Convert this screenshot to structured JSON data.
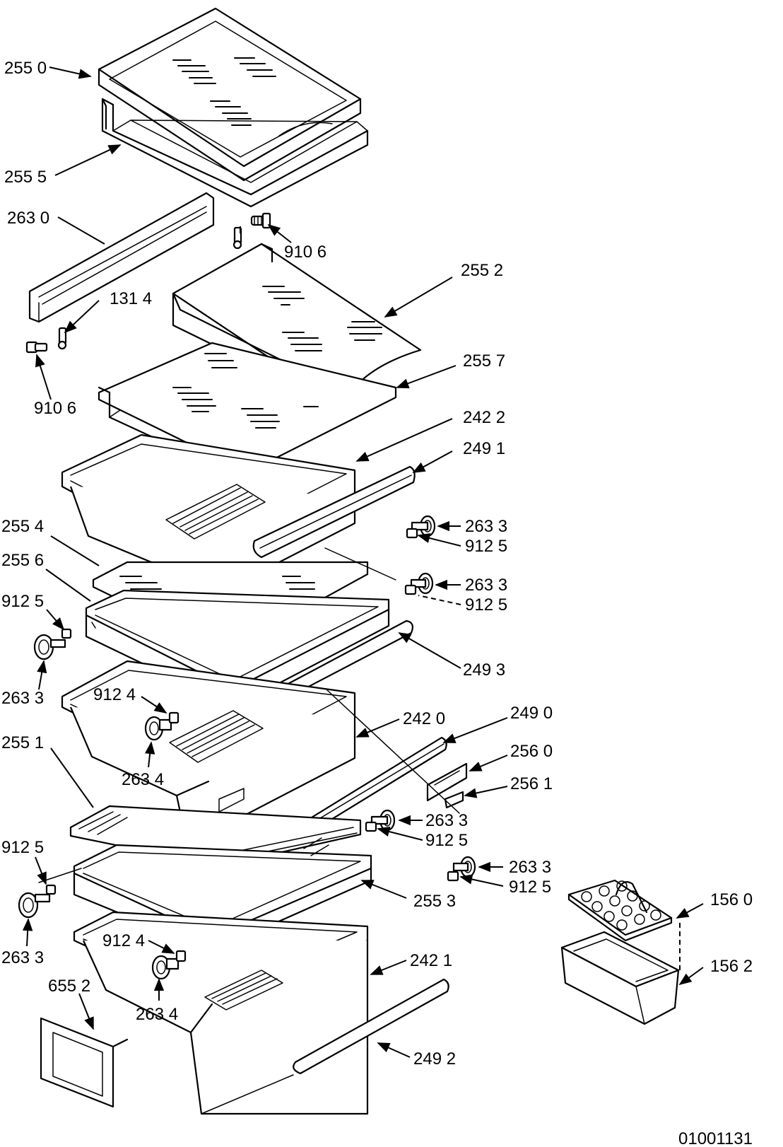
{
  "diagram_id": "01001131",
  "callouts": {
    "c2550": "255 0",
    "c2555": "255 5",
    "c2630": "263 0",
    "c9106a": "910 6",
    "c2552": "255 2",
    "c1314": "131 4",
    "c9106b": "910 6",
    "c2557": "255 7",
    "c2422": "242 2",
    "c2491": "249 1",
    "c2633a": "263 3",
    "c9125a": "912 5",
    "c2554": "255 4",
    "c2556": "255 6",
    "c2633b": "263 3",
    "c9125b": "912 5",
    "c9125c": "912 5",
    "c2493": "249 3",
    "c2633c": "263 3",
    "c9124a": "912 4",
    "c2420": "242 0",
    "c2490": "249 0",
    "c2560": "256 0",
    "c2551": "255 1",
    "c2634a": "263 4",
    "c2561": "256 1",
    "c2633d": "263 3",
    "c9125d": "912 5",
    "c9125e": "912 5",
    "c2633e": "263 3",
    "c9125f": "912 5",
    "c2553": "255 3",
    "c1560": "156 0",
    "c2633f": "263 3",
    "c9124b": "912 4",
    "c2421": "242 1",
    "c1562": "156 2",
    "c6552": "655 2",
    "c2634b": "263 4",
    "c2492": "249 2"
  }
}
